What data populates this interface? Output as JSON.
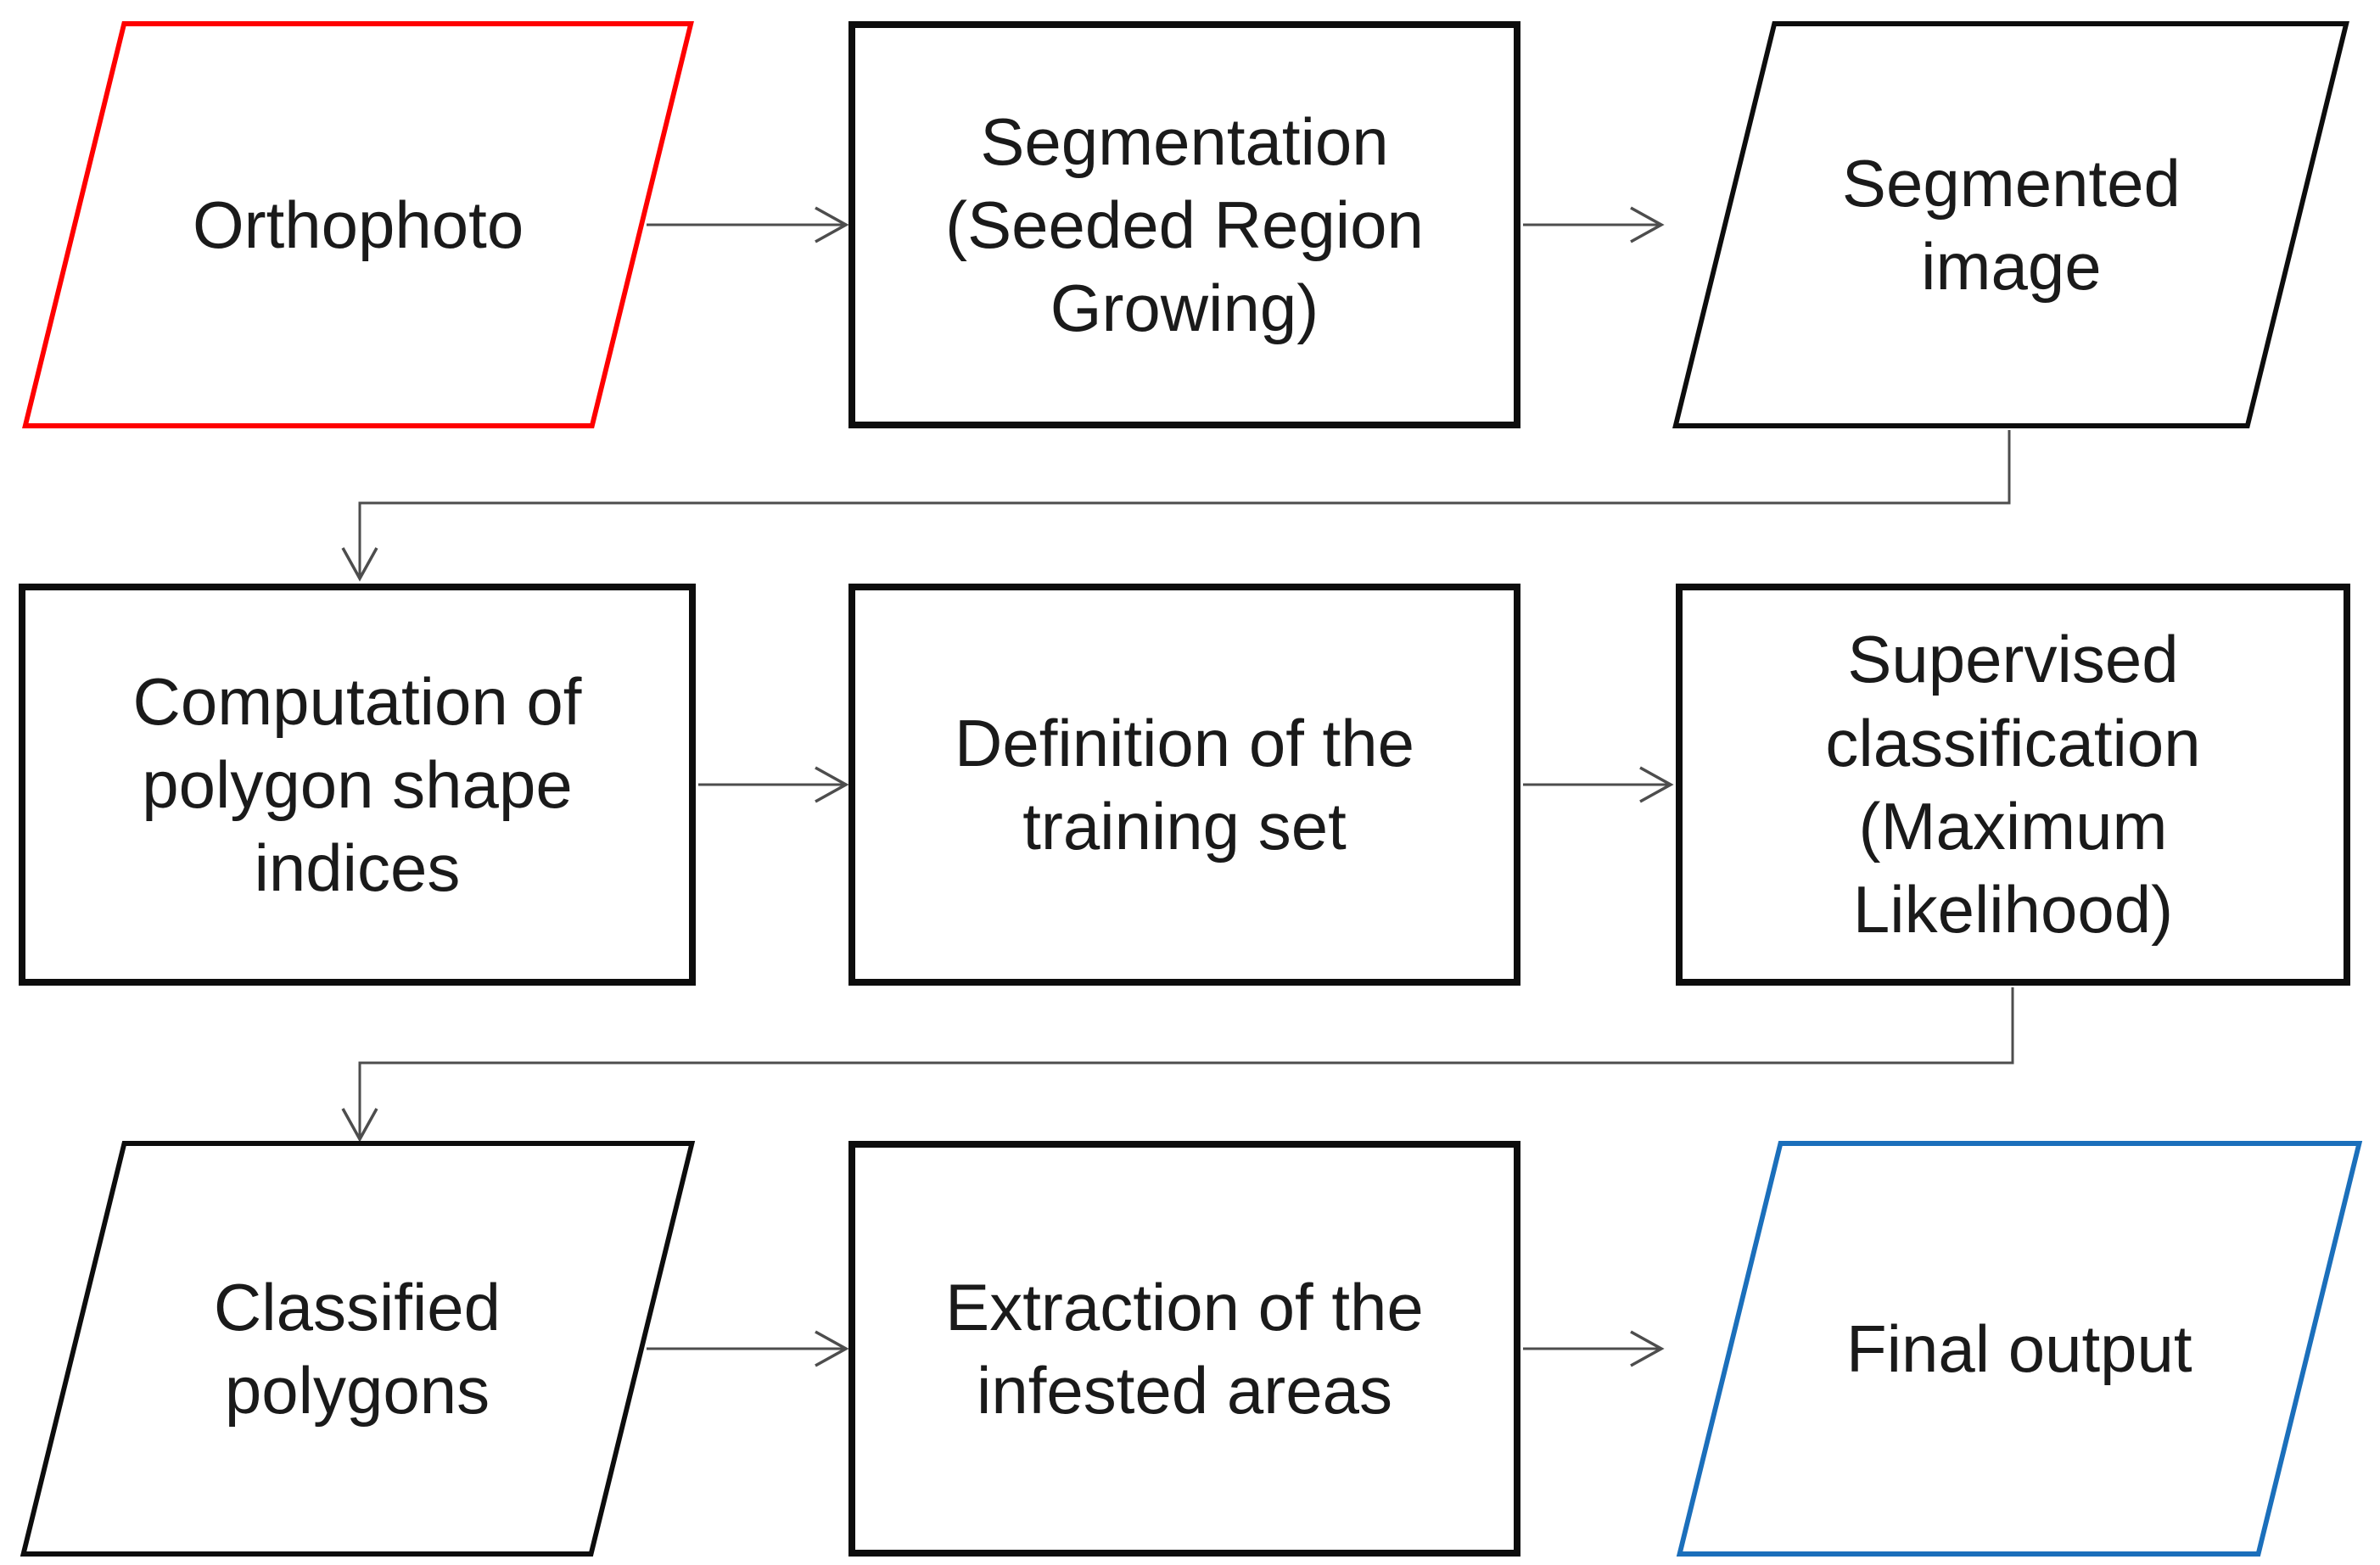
{
  "colors": {
    "background": "#ffffff",
    "border-black": "#0d0d0d",
    "accent-red": "#fe0000",
    "accent-blue": "#1b6fbb",
    "arrow-gray": "#4d4d4d",
    "text": "#1a1a1a"
  },
  "nodes": {
    "orthophoto": {
      "label": "Orthophoto",
      "shape": "parallelogram",
      "accent": "red"
    },
    "segmentation": {
      "label": "Segmentation\n(Seeded Region\nGrowing)",
      "shape": "rectangle",
      "accent": "black"
    },
    "segmented_image": {
      "label": "Segmented\nimage",
      "shape": "parallelogram",
      "accent": "black"
    },
    "computation": {
      "label": "Computation of\npolygon shape\nindices",
      "shape": "rectangle",
      "accent": "black"
    },
    "training_set": {
      "label": "Definition of the\ntraining set",
      "shape": "rectangle",
      "accent": "black"
    },
    "supervised": {
      "label": "Supervised\nclassification\n(Maximum\nLikelihood)",
      "shape": "rectangle",
      "accent": "black"
    },
    "classified_polygons": {
      "label": "Classified\npolygons",
      "shape": "parallelogram",
      "accent": "black"
    },
    "extraction": {
      "label": "Extraction of the\ninfested areas",
      "shape": "rectangle",
      "accent": "black"
    },
    "final_output": {
      "label": "Final output",
      "shape": "parallelogram",
      "accent": "blue"
    }
  },
  "edges": [
    {
      "from": "orthophoto",
      "to": "segmentation"
    },
    {
      "from": "segmentation",
      "to": "segmented_image"
    },
    {
      "from": "segmented_image",
      "to": "computation"
    },
    {
      "from": "computation",
      "to": "training_set"
    },
    {
      "from": "training_set",
      "to": "supervised"
    },
    {
      "from": "supervised",
      "to": "classified_polygons"
    },
    {
      "from": "classified_polygons",
      "to": "extraction"
    },
    {
      "from": "extraction",
      "to": "final_output"
    }
  ]
}
